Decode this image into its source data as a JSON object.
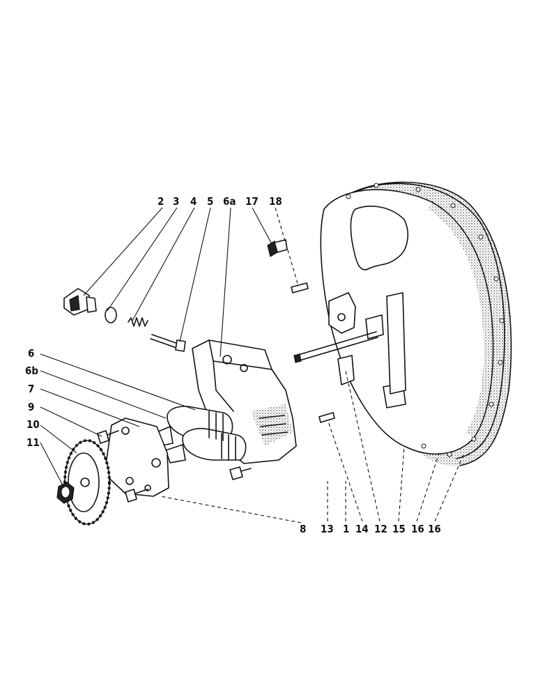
{
  "callouts_top": [
    "2",
    "3",
    "4",
    "5",
    "6a",
    "17",
    "18"
  ],
  "callouts_left": [
    "6",
    "6b",
    "7",
    "9",
    "10",
    "11"
  ],
  "callouts_bottom": [
    "8",
    "13",
    "1",
    "14",
    "12",
    "15",
    "16",
    "16"
  ],
  "parts": [
    {
      "label": "2",
      "icon": "plug-bolt-icon"
    },
    {
      "label": "3",
      "icon": "sealing-ring-icon"
    },
    {
      "label": "4",
      "icon": "spring-icon"
    },
    {
      "label": "5",
      "icon": "bolt-icon"
    },
    {
      "label": "6a",
      "icon": "pump-body-icon"
    },
    {
      "label": "17",
      "icon": "screw-icon"
    },
    {
      "label": "18",
      "icon": "pin-icon"
    },
    {
      "label": "6",
      "icon": "gear-rotor-icon"
    },
    {
      "label": "6b",
      "icon": "gear-rotor-icon"
    },
    {
      "label": "7",
      "icon": "cover-plate-icon"
    },
    {
      "label": "9",
      "icon": "small-bolt-icon"
    },
    {
      "label": "10",
      "icon": "spur-gear-icon"
    },
    {
      "label": "11",
      "icon": "nut-icon"
    },
    {
      "label": "1",
      "icon": "housing-icon"
    },
    {
      "label": "12",
      "icon": "bracket-icon"
    },
    {
      "label": "14",
      "icon": "dowel-icon"
    },
    {
      "label": "15",
      "icon": "flange-icon"
    },
    {
      "label": "16",
      "icon": "flange-icon"
    }
  ]
}
